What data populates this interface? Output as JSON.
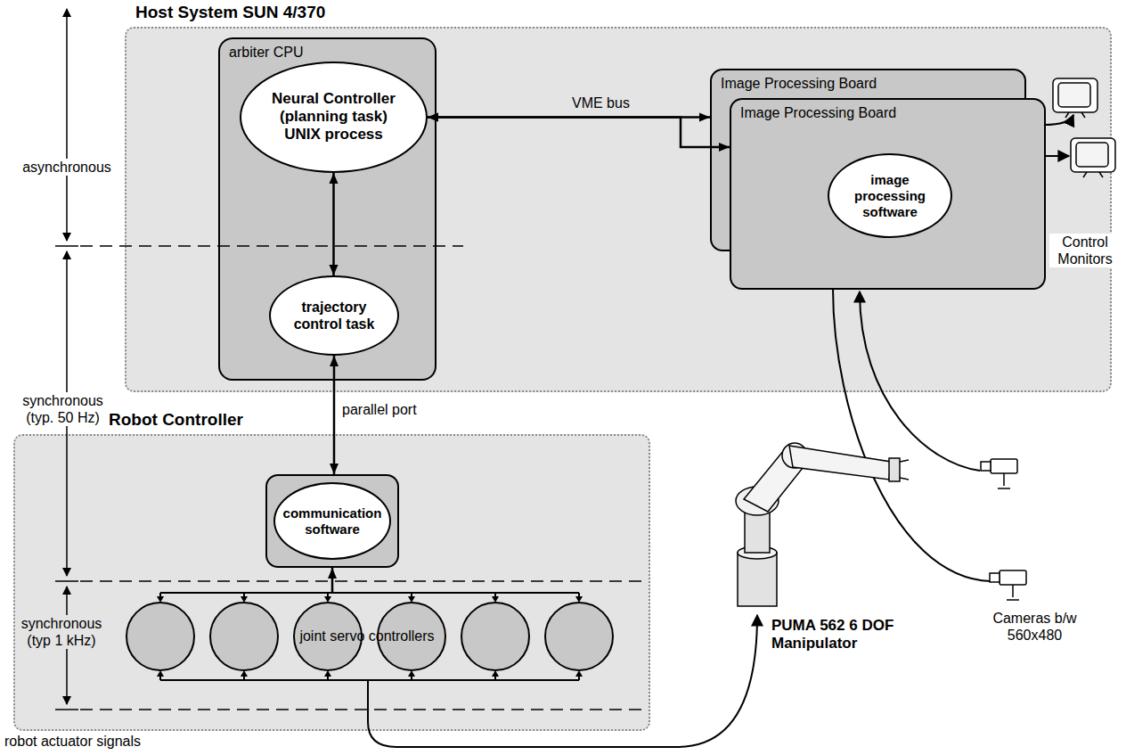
{
  "diagram": {
    "nodes": [
      {
        "text": [
          "Host System SUN 4/370"
        ]
      },
      {
        "text": [
          "arbiter CPU"
        ],
        "in": 0
      },
      {
        "text": [
          "Neural Controller (planning task) UNIX process"
        ],
        "in": 1
      },
      {
        "text": [
          "trajectory control task"
        ],
        "in": 1
      },
      {
        "text": [
          "Image Processing Board"
        ],
        "in": 0
      },
      {
        "text": [
          "Image Processing Board"
        ],
        "in": 0
      },
      {
        "text": [
          "image processing software"
        ],
        "in": 5
      },
      {
        "text": [
          "Robot Controller"
        ]
      },
      {
        "text": [
          "communication software"
        ],
        "in": 7
      },
      {
        "text": [
          "joint servo controllers"
        ],
        "in": 7
      }
    ],
    "edges": [
      {
        "from": 2,
        "to": 4,
        "arrow": "both",
        "label": "VME bus"
      },
      {
        "from": 2,
        "to": 5,
        "arrow": "both"
      },
      {
        "from": 2,
        "to": 3,
        "arrow": "both"
      },
      {
        "from": 3,
        "to": 8,
        "arrow": "both",
        "label": "parallel port"
      },
      {
        "from": 9,
        "to": 8,
        "arrow": "to"
      }
    ],
    "labels": [
      "asynchronous",
      "synchronous (typ. 50 Hz)",
      "synchronous (typ 1 kHz)",
      "robot actuator signals",
      "Control Monitors",
      "Cameras b/w 560x480",
      "PUMA 562 6 DOF Manipulator"
    ]
  }
}
